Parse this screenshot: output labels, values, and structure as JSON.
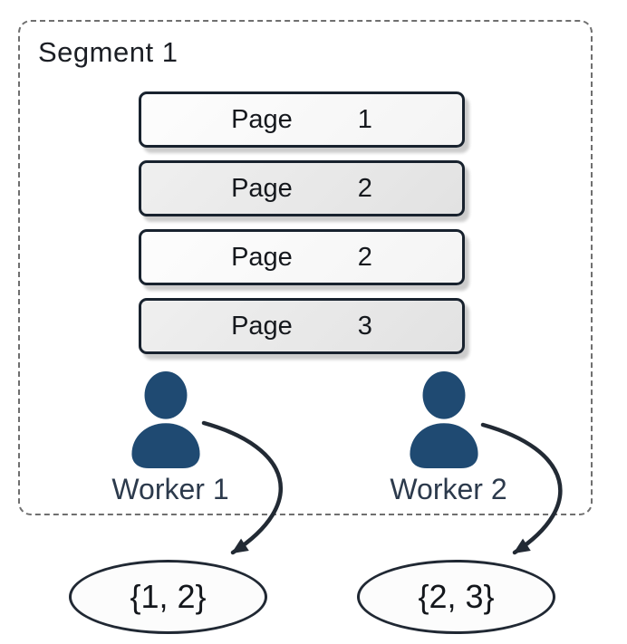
{
  "diagram": {
    "segment_label": "Segment 1",
    "pages": [
      {
        "label": "Page",
        "number": "1",
        "shade": "light"
      },
      {
        "label": "Page",
        "number": "2",
        "shade": "gray"
      },
      {
        "label": "Page",
        "number": "2",
        "shade": "light"
      },
      {
        "label": "Page",
        "number": "3",
        "shade": "gray"
      }
    ],
    "workers": [
      {
        "label": "Worker 1",
        "result": "{1, 2}"
      },
      {
        "label": "Worker 2",
        "result": "{2, 3}"
      }
    ],
    "colors": {
      "worker_icon": "#1f4a72",
      "worker_label": "#2c3a4c",
      "arrow": "#222a34",
      "box_border": "#18222e",
      "dashed_border": "#6f6f6f",
      "box_fill_light": "#fbfbfb",
      "box_fill_gray": "#e7e7e7",
      "ellipse_border": "#202833",
      "ellipse_fill": "#fcfcfc",
      "text": "#15181d"
    }
  }
}
